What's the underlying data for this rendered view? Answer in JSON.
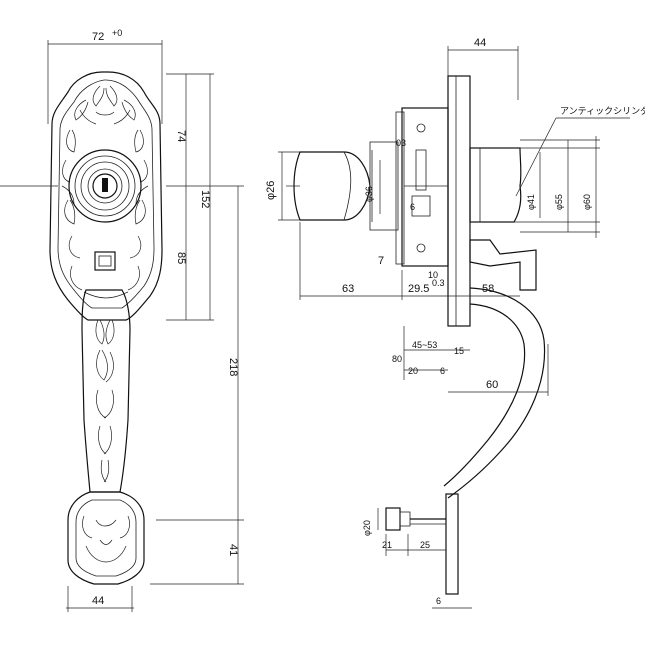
{
  "drawing": {
    "front_view": {
      "width_label": "72",
      "width_tol": "+0",
      "upper_height": "74",
      "lower_height": "85",
      "total_height": "152",
      "handle_length": "218",
      "grip_bottom": "41",
      "bottom_width": "44"
    },
    "side_view": {
      "top_width": "44",
      "cylinder_label": "アンティックシリンダー",
      "knob_dia": "φ36",
      "cyl_dia": "φ41",
      "rose_dia": "φ55",
      "rose_outer_dia": "φ60",
      "knob_left_dia": "φ26",
      "knob_depth": "63",
      "backset": "29.5",
      "handle_depth": "58",
      "handle_reach": "60",
      "face_thick": "7",
      "gap_a": "10",
      "gap_b": "0.3",
      "lock_dim_a": "15",
      "lock_dim_b": "80",
      "door_range": "45~53",
      "small_a": "6",
      "small_b": "20",
      "thumb_dia": "φ20",
      "thumb_offset": "21",
      "thumb_len": "25",
      "base_thick": "6",
      "label_03": "03",
      "label_6": "6"
    }
  }
}
